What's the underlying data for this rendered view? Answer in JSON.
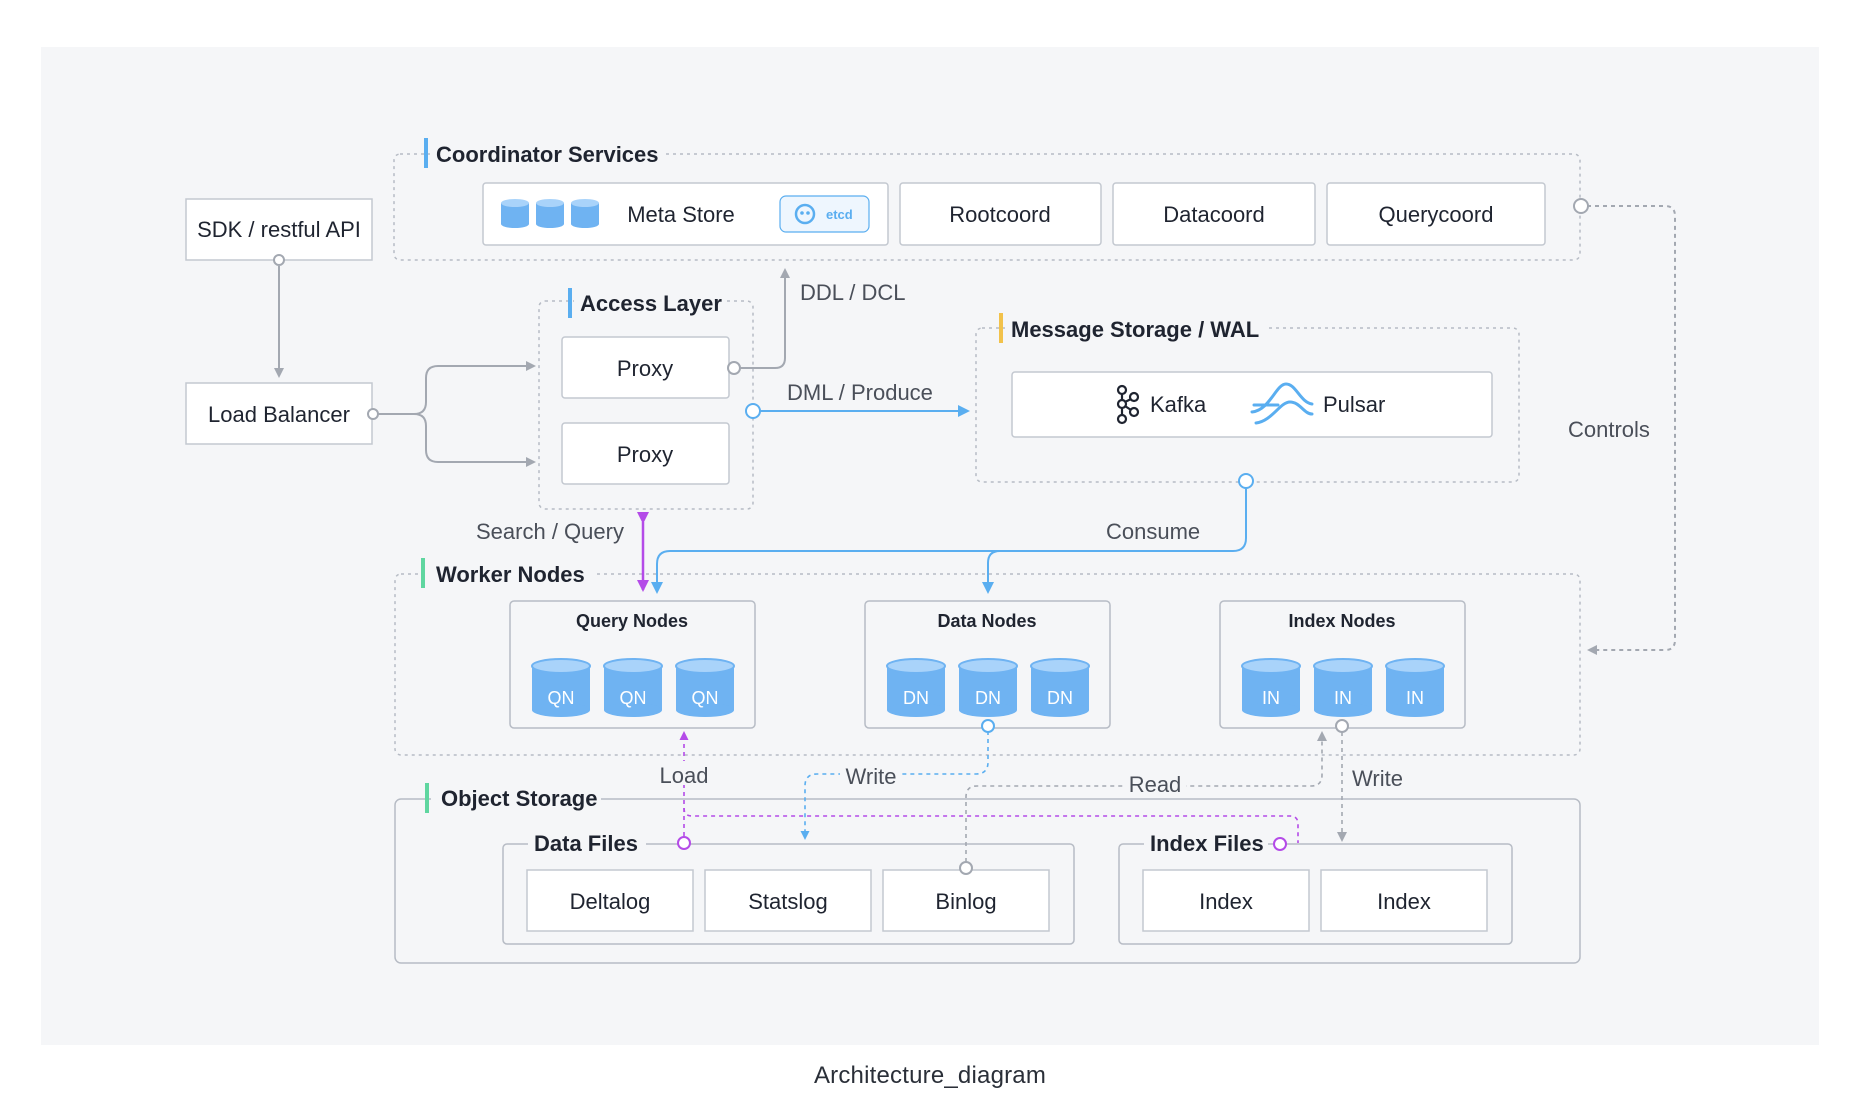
{
  "caption": "Architecture_diagram",
  "colors": {
    "background_panel": "#f5f6f8",
    "box_border": "#c3c8d0",
    "group_border": "#b7bcc5",
    "blue_accent": "#5aaef0",
    "green_accent": "#5fd6a0",
    "yellow_accent": "#f2c24b",
    "purple_flow": "#b44be8",
    "blue_flow": "#5aaef0",
    "gray_flow": "#a3a8b1",
    "cylinder_fill": "#6fb3f2",
    "cylinder_top": "#a9d3fa"
  },
  "clients": {
    "sdk": "SDK / restful API",
    "load_balancer": "Load Balancer"
  },
  "coordinator": {
    "title": "Coordinator Services",
    "meta_store": "Meta Store",
    "etcd_badge": "etcd",
    "rootcoord": "Rootcoord",
    "datacoord": "Datacoord",
    "querycoord": "Querycoord"
  },
  "access": {
    "title": "Access Layer",
    "proxy1": "Proxy",
    "proxy2": "Proxy"
  },
  "message": {
    "title": "Message Storage / WAL",
    "kafka": "Kafka",
    "pulsar": "Pulsar"
  },
  "worker": {
    "title": "Worker Nodes",
    "query": {
      "title": "Query Nodes",
      "nodes": [
        "QN",
        "QN",
        "QN"
      ]
    },
    "data": {
      "title": "Data Nodes",
      "nodes": [
        "DN",
        "DN",
        "DN"
      ]
    },
    "index": {
      "title": "Index Nodes",
      "nodes": [
        "IN",
        "IN",
        "IN"
      ]
    }
  },
  "object_storage": {
    "title": "Object Storage",
    "data_files": {
      "title": "Data Files",
      "items": [
        "Deltalog",
        "Statslog",
        "Binlog"
      ]
    },
    "index_files": {
      "title": "Index Files",
      "items": [
        "Index",
        "Index"
      ]
    }
  },
  "edges": {
    "ddl": "DDL / DCL",
    "dml": "DML / Produce",
    "controls": "Controls",
    "search": "Search / Query",
    "consume": "Consume",
    "load": "Load",
    "write_data": "Write",
    "read": "Read",
    "write_index": "Write"
  }
}
